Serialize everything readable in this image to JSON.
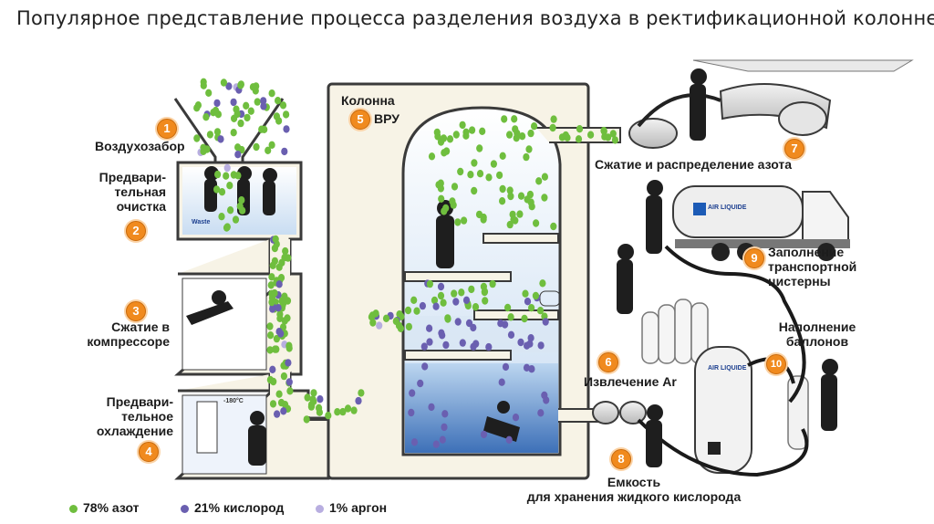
{
  "title": "Популярное представление процесса разделения воздуха в ректификационной колонне",
  "colors": {
    "nitrogen": "#6fbe3e",
    "oxygen": "#6a5fb0",
    "argon": "#b8aee0",
    "badge": "#f08a1e",
    "liquid": "#5d8fd0",
    "column_bg": "#f7f3e6",
    "outline": "#3a3a3a"
  },
  "steps": [
    {
      "num": "1",
      "label": "Воздухозабор"
    },
    {
      "num": "2",
      "label": "Предвари-\nтельная\nочистка"
    },
    {
      "num": "3",
      "label": "Сжатие в\nкомпрессоре"
    },
    {
      "num": "4",
      "label": "Предвари-\nтельное\nохлаждение"
    },
    {
      "num": "5",
      "label": "Колонна\nВРУ",
      "label_top": "Колонна",
      "label_bottom": "ВРУ"
    },
    {
      "num": "6",
      "label": "Извлечение Ar"
    },
    {
      "num": "7",
      "label": "Сжатие и распределение азота"
    },
    {
      "num": "8",
      "label": "Емкость\nдля хранения жидкого кислорода"
    },
    {
      "num": "9",
      "label": "Заполнение\nтранспортной\nцистерны"
    },
    {
      "num": "10",
      "label": "Наполнение\nбаллонов"
    }
  ],
  "legend": [
    {
      "label": "78% азот",
      "icon": "green-dot"
    },
    {
      "label": "21% кислород",
      "icon": "purple-dot"
    },
    {
      "label": "1% аргон",
      "icon": "lavender-dot"
    }
  ],
  "tags": {
    "waste": "Waste",
    "cooler": "-180°C",
    "truck_brand": "AIR LIQUIDE",
    "tank_brand": "AIR LIQUIDE"
  }
}
